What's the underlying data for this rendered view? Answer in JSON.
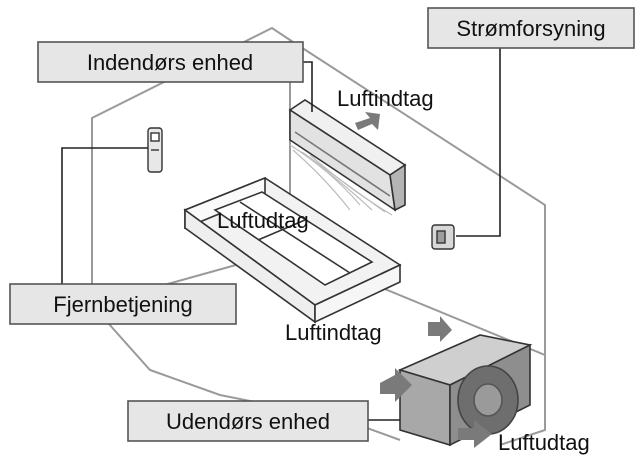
{
  "labels": {
    "indoor_unit": "Indendørs enhed",
    "power_supply": "Strømforsyning",
    "air_intake_top": "Luftindtag",
    "air_outlet_indoor": "Luftudtag",
    "remote_control": "Fjernbetjening",
    "air_intake_bottom": "Luftindtag",
    "outdoor_unit": "Udendørs enhed",
    "air_outlet_outdoor": "Luftudtag"
  },
  "colors": {
    "box_fill": "#e6e6e6",
    "box_stroke": "#555555",
    "line": "#222222",
    "room_stroke": "#9a9a9a",
    "unit_fill": "#dcdcdc",
    "unit_dark": "#8c8c8c",
    "arrow": "#7a7a7a"
  }
}
